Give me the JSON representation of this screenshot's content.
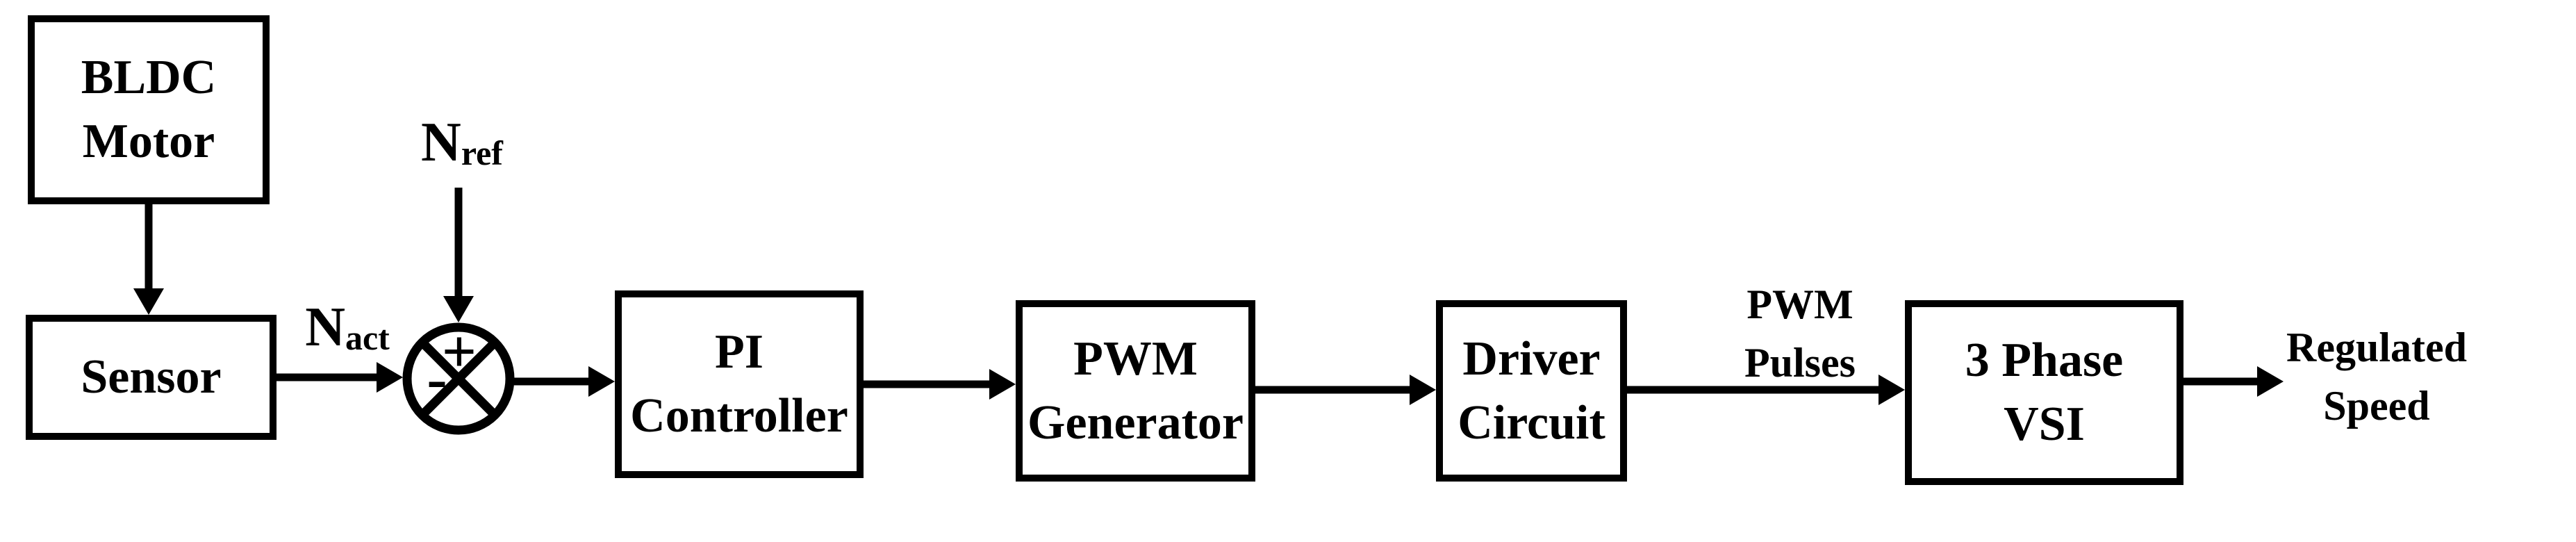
{
  "colors": {
    "ink": "#000000",
    "background": "#ffffff"
  },
  "blocks": {
    "bldc_motor": {
      "lines": [
        "BLDC",
        "Motor"
      ]
    },
    "sensor": {
      "lines": [
        "Sensor"
      ]
    },
    "pi_controller": {
      "lines": [
        "PI",
        "Controller"
      ]
    },
    "pwm_generator": {
      "lines": [
        "PWM",
        "Generator"
      ]
    },
    "driver_circuit": {
      "lines": [
        "Driver",
        "Circuit"
      ]
    },
    "three_phase_vsi": {
      "lines": [
        "3 Phase",
        "VSI"
      ]
    }
  },
  "signals": {
    "n_ref": {
      "main": "N",
      "sub": "ref"
    },
    "n_act": {
      "main": "N",
      "sub": "act"
    },
    "pwm_pulses": {
      "lines": [
        "PWM",
        "Pulses"
      ]
    },
    "regulated_speed": {
      "lines": [
        "Regulated",
        "Speed"
      ]
    }
  },
  "summing_junction": {
    "top_sign": "+",
    "left_sign": "-"
  }
}
